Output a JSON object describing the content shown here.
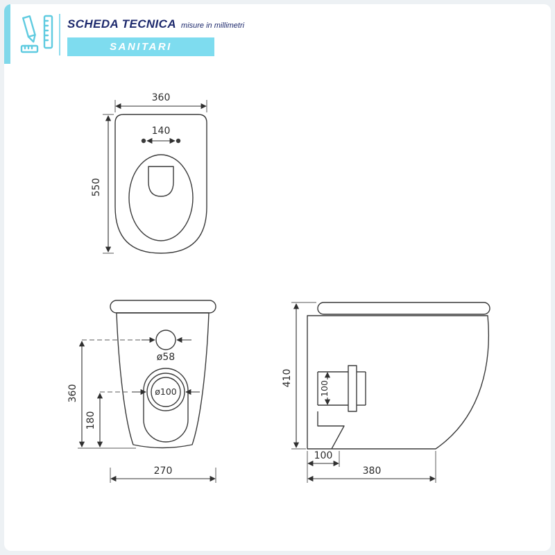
{
  "header": {
    "title": "SCHEDA TECNICA",
    "subtitle": "misure in millimetri",
    "banner": "SANITARI"
  },
  "views": {
    "top": {
      "width": "360",
      "hinge_spacing": "140",
      "depth": "550"
    },
    "front": {
      "small_hole_diameter": "ø58",
      "large_hole_diameter": "ø100",
      "height_to_small_hole": "360",
      "height_to_large_hole": "180",
      "width": "270"
    },
    "side": {
      "height": "410",
      "outlet_size": "100",
      "outlet_distance": "100",
      "depth": "380"
    }
  },
  "colors": {
    "accent": "#7fd8ea",
    "banner": "#7edcef",
    "heading": "#1e2a6d",
    "line": "#3a3a3a"
  }
}
